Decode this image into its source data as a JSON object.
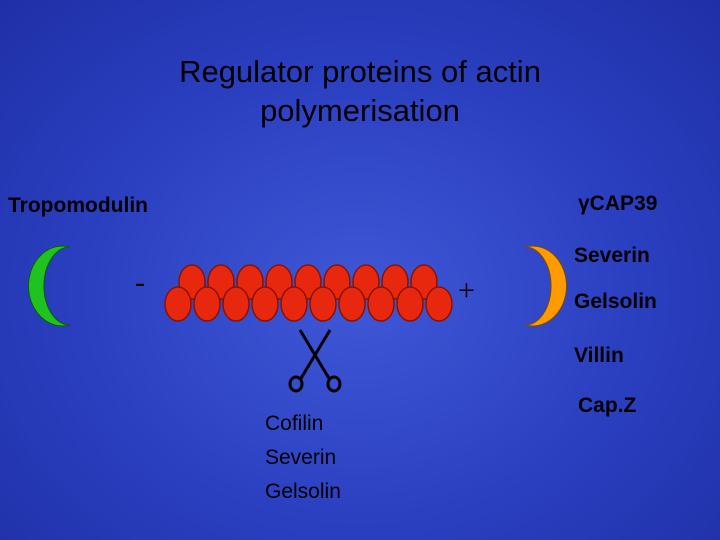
{
  "title": {
    "line1": "Regulator proteins of actin",
    "line2": "polymerisation"
  },
  "left_label": "Tropomodulin",
  "right_top_label": "γCAP39",
  "minus_sign": "-",
  "plus_sign": "+",
  "right_list": [
    "Severin",
    "Gelsolin",
    "Villin",
    "Cap.Z"
  ],
  "bottom_list": [
    "Cofilin",
    "Severin",
    "Gelsolin"
  ],
  "icons": {
    "left_cap": "green-crescent-icon",
    "right_cap": "orange-crescent-icon",
    "severing": "scissors-icon"
  },
  "colors": {
    "background": "#2a3fc0",
    "actin": "#e8280e",
    "left_cap": "#1fc21f",
    "right_cap": "#ff9a00"
  }
}
